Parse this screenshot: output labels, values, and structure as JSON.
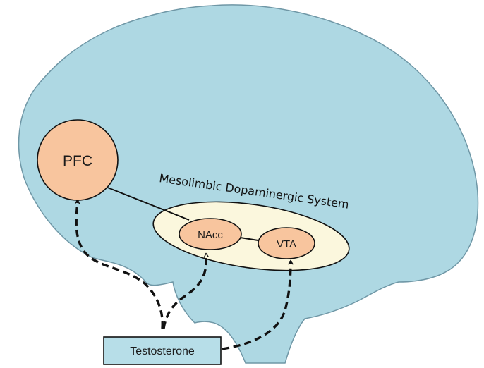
{
  "diagram": {
    "system_label": "Mesolimbic Dopaminergic System",
    "nodes": {
      "pfc": "PFC",
      "nacc": "NAcc",
      "vta": "VTA",
      "testosterone": "Testosterone"
    },
    "colors": {
      "brain_fill": "#aed8e3",
      "brain_stroke": "#6f97a6",
      "region_fill": "#f8c59e",
      "system_fill": "#fbf7dd",
      "box_fill": "#b7dee8",
      "line": "#111111"
    }
  }
}
